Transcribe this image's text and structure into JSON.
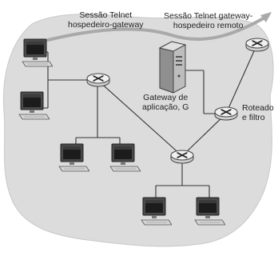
{
  "diagram": {
    "labels": {
      "telnet_host_gateway": "Sessão Telnet\nhospedeiro-gateway",
      "telnet_gateway_remote": "Sessão Telnet gateway-\nhospedeiro remoto",
      "app_gateway": "Gateway de\naplicação, G",
      "router_filter": "Roteado\ne filtro"
    },
    "colors": {
      "network_cloud": "#dcdcdc",
      "telnet_arrow": "#a9a9a9",
      "router_body": "#e6e6e6",
      "link_line": "#333333"
    },
    "icons": {
      "router": "router-icon",
      "host": "desktop-computer-icon",
      "server": "server-tower-icon"
    }
  }
}
